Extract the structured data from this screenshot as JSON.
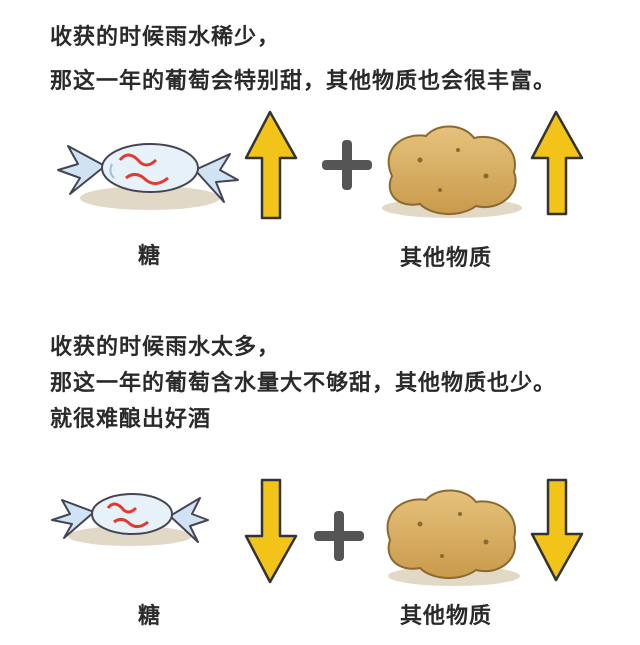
{
  "section_top": {
    "line1": "收获的时候雨水稀少，",
    "line2": "那这一年的葡萄会特别甜，其他物质也会很丰富。",
    "sugar_label": "糖",
    "other_label": "其他物质",
    "arrow_direction": "up"
  },
  "section_bottom": {
    "line1": "收获的时候雨水太多，",
    "line2": "那这一年的葡萄含水量大不够甜，其他物质也少。",
    "line3": "就很难酿出好酒",
    "sugar_label": "糖",
    "other_label": "其他物质",
    "arrow_direction": "down"
  },
  "colors": {
    "arrow": "#f2c318",
    "plus": "#555555",
    "potato": "#d9b36a",
    "candy_wrap": "#b9d7ef",
    "candy_stripe": "#e23b2e"
  },
  "icons": [
    "candy-icon",
    "up-arrow-icon",
    "plus-icon",
    "potato-icon",
    "down-arrow-icon"
  ]
}
